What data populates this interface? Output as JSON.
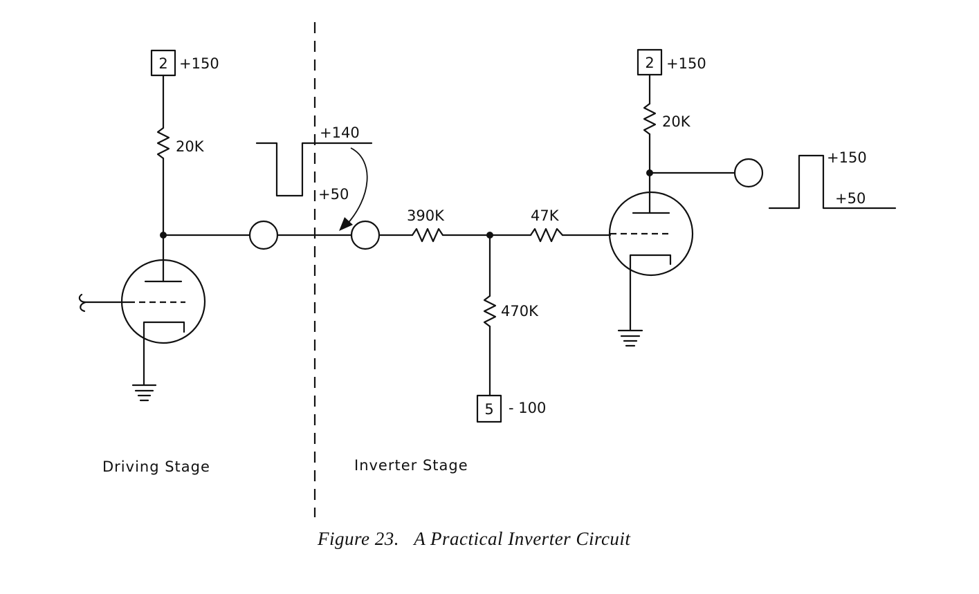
{
  "diagram": {
    "left_supply": {
      "terminal": "2",
      "voltage": "+150"
    },
    "left_resistor": "20K",
    "right_supply": {
      "terminal": "2",
      "voltage": "+150"
    },
    "right_resistor": "20K",
    "input_waveform": {
      "high": "+140",
      "low": "+50"
    },
    "series_resistor": "390K",
    "grid_resistor": "47K",
    "bias_resistor": "470K",
    "bias_supply": {
      "terminal": "5",
      "voltage": "- 100"
    },
    "output_waveform": {
      "high": "+150",
      "low": "+50"
    },
    "stage_labels": {
      "left": "Driving Stage",
      "right": "Inverter Stage"
    },
    "caption": "Figure 23.   A Practical Inverter Circuit"
  }
}
